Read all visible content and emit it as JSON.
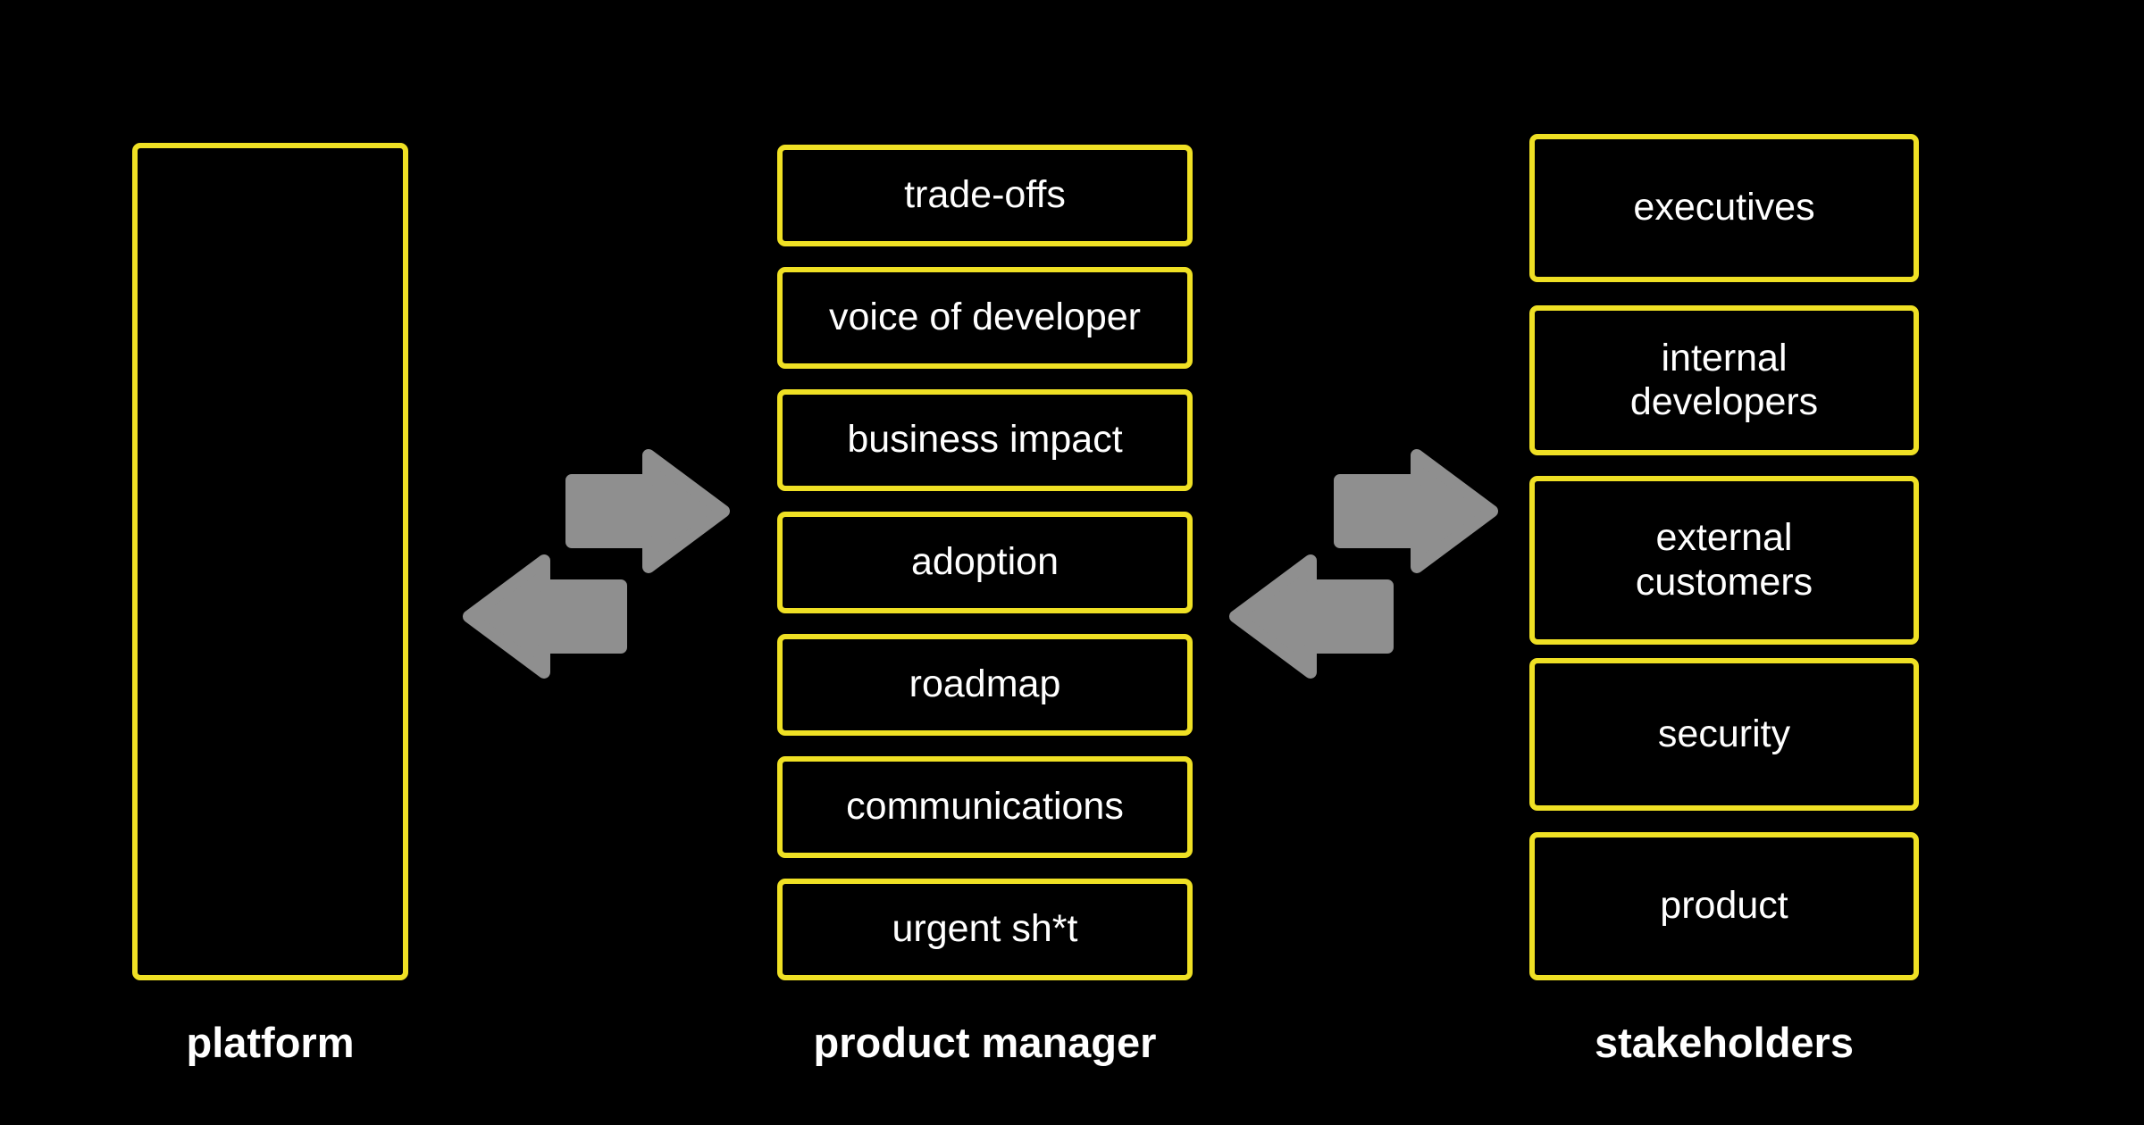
{
  "colors": {
    "bg": "#000000",
    "box-border": "#EFE024",
    "text": "#FFFFFF",
    "arrow": "#8F8F8F"
  },
  "platform": {
    "label": "platform"
  },
  "product_manager": {
    "label": "product manager",
    "boxes": [
      "trade-offs",
      "voice of developer",
      "business impact",
      "adoption",
      "roadmap",
      "communications",
      "urgent sh*t"
    ]
  },
  "stakeholders": {
    "label": "stakeholders",
    "boxes": [
      "executives",
      "internal developers",
      "external customers",
      "security",
      "product"
    ]
  },
  "icons": {
    "right_arrow": "arrow-right-icon",
    "left_arrow": "arrow-left-icon"
  }
}
